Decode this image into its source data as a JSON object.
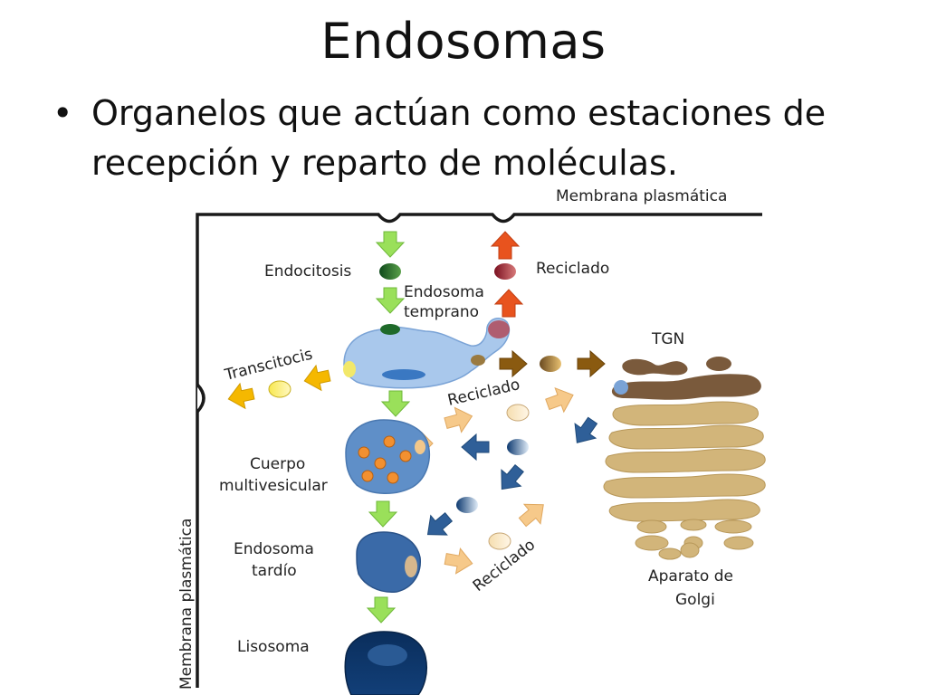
{
  "slide": {
    "title": "Endosomas",
    "bullet": "•",
    "bullet_text": "Organelos que actúan como estaciones de recepción y reparto de moléculas."
  },
  "diagram": {
    "labels": {
      "membrane_top": "Membrana plasmática",
      "membrane_left": "Membrana plasmática",
      "endocytosis": "Endocitosis",
      "recycling_top": "Reciclado",
      "early_endosome_1": "Endosoma",
      "early_endosome_2": "temprano",
      "transcytosis": "Transcitocis",
      "tgn": "TGN",
      "recycling_middle": "Reciclado",
      "mvb_1": "Cuerpo",
      "mvb_2": "multivesicular",
      "late_endosome_1": "Endosoma",
      "late_endosome_2": "tardío",
      "recycling_bottom": "Reciclado",
      "golgi_1": "Aparato de",
      "golgi_2": "Golgi",
      "lysosome": "Lisosoma"
    },
    "colors": {
      "membrane": "#1a1a1a",
      "arrow_green": "#9ae05a",
      "arrow_red": "#e8531e",
      "arrow_yellow": "#f5b800",
      "arrow_brown": "#8a5a10",
      "arrow_tan": "#f6c98a",
      "arrow_blue": "#2f5f98",
      "early_endosome": "#a9c8ec",
      "mvb": "#5f8fc8",
      "late_endosome": "#3a6aa8",
      "lysosome": "#0f3a6e",
      "golgi": "#d2b57a",
      "tgn": "#7a5a3c",
      "vesicle_orange": "#f29030"
    }
  }
}
